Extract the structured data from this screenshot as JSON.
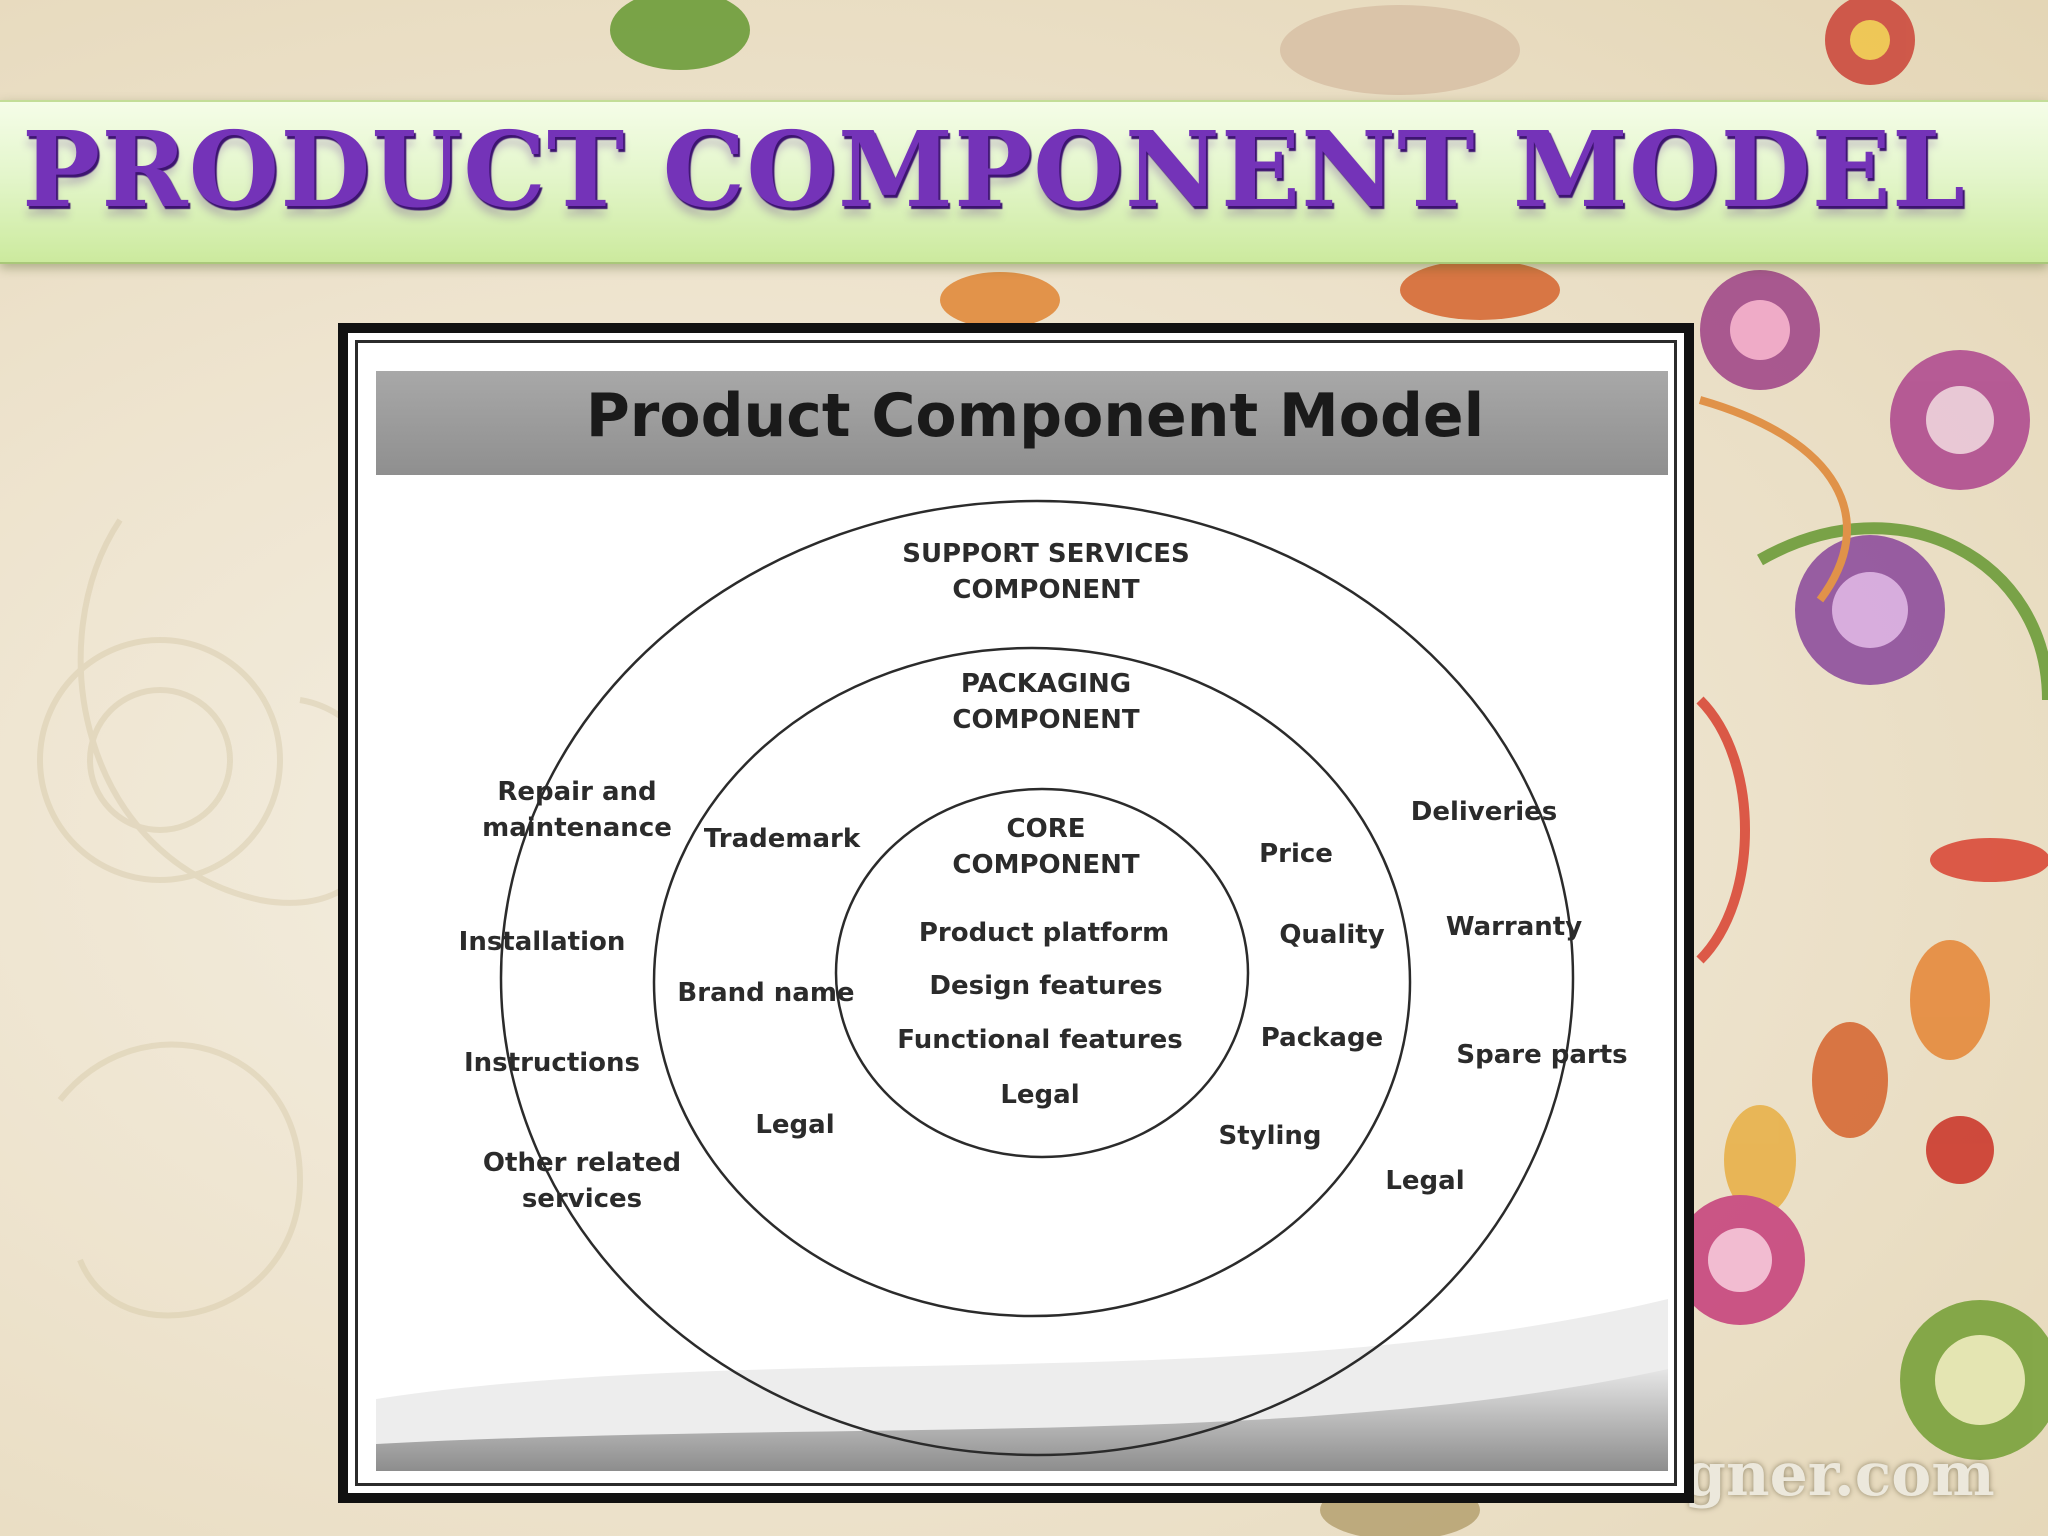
{
  "slide": {
    "title": "PRODUCT COMPONENT MODEL",
    "watermark_fragment": "gner.com",
    "colors": {
      "title_text": "#7433b8",
      "title_bar": "#dff3c4",
      "background": "#eee4cf",
      "frame": "#111111"
    }
  },
  "diagram": {
    "title": "Product Component Model",
    "rings": {
      "outer": {
        "heading": [
          "SUPPORT SERVICES",
          "COMPONENT"
        ],
        "left_items": [
          [
            "Repair and",
            "maintenance"
          ],
          [
            "Installation"
          ],
          [
            "Instructions"
          ],
          [
            "Other related",
            "services"
          ]
        ],
        "right_items": [
          [
            "Deliveries"
          ],
          [
            "Warranty"
          ],
          [
            "Spare parts"
          ],
          [
            "Legal"
          ]
        ]
      },
      "middle": {
        "heading": [
          "PACKAGING",
          "COMPONENT"
        ],
        "left_items": [
          [
            "Trademark"
          ],
          [
            "Brand name"
          ],
          [
            "Legal"
          ]
        ],
        "right_items": [
          [
            "Price"
          ],
          [
            "Quality"
          ],
          [
            "Package"
          ],
          [
            "Styling"
          ]
        ]
      },
      "core": {
        "heading": [
          "CORE",
          "COMPONENT"
        ],
        "items": [
          [
            "Product platform"
          ],
          [
            "Design features"
          ],
          [
            "Functional features"
          ],
          [
            "Legal"
          ]
        ]
      }
    }
  }
}
